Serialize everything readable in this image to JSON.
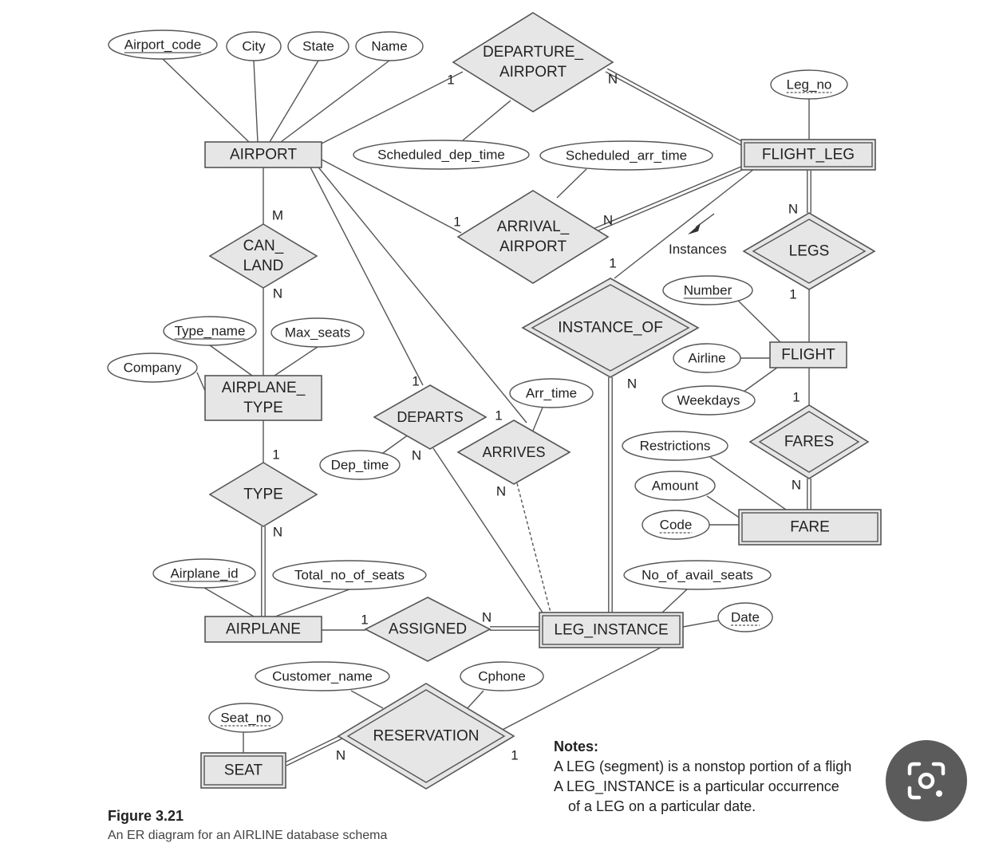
{
  "diagram": {
    "entities": [
      {
        "id": "airport",
        "label": "AIRPORT",
        "weak": false
      },
      {
        "id": "flight_leg",
        "label": "FLIGHT_LEG",
        "weak": true
      },
      {
        "id": "airplane_type",
        "label": "AIRPLANE_\nTYPE",
        "weak": false
      },
      {
        "id": "flight",
        "label": "FLIGHT",
        "weak": false
      },
      {
        "id": "fare",
        "label": "FARE",
        "weak": true
      },
      {
        "id": "airplane",
        "label": "AIRPLANE",
        "weak": false
      },
      {
        "id": "leg_instance",
        "label": "LEG_INSTANCE",
        "weak": true
      },
      {
        "id": "seat",
        "label": "SEAT",
        "weak": true
      }
    ],
    "relationships": [
      {
        "id": "departure_airport",
        "label": "DEPARTURE_\nAIRPORT",
        "identifying": false
      },
      {
        "id": "arrival_airport",
        "label": "ARRIVAL_\nAIRPORT",
        "identifying": false
      },
      {
        "id": "can_land",
        "label": "CAN_\nLAND",
        "identifying": false
      },
      {
        "id": "legs",
        "label": "LEGS",
        "identifying": true
      },
      {
        "id": "instance_of",
        "label": "INSTANCE_OF",
        "identifying": true
      },
      {
        "id": "departs",
        "label": "DEPARTS",
        "identifying": false
      },
      {
        "id": "arrives",
        "label": "ARRIVES",
        "identifying": false
      },
      {
        "id": "fares",
        "label": "FARES",
        "identifying": true
      },
      {
        "id": "type",
        "label": "TYPE",
        "identifying": false
      },
      {
        "id": "assigned",
        "label": "ASSIGNED",
        "identifying": false
      },
      {
        "id": "reservation",
        "label": "RESERVATION",
        "identifying": true
      }
    ],
    "attributes": [
      {
        "id": "airport_code",
        "label": "Airport_code",
        "key": "key"
      },
      {
        "id": "city",
        "label": "City",
        "key": "none"
      },
      {
        "id": "state",
        "label": "State",
        "key": "none"
      },
      {
        "id": "name",
        "label": "Name",
        "key": "none"
      },
      {
        "id": "leg_no",
        "label": "Leg_no",
        "key": "partial"
      },
      {
        "id": "sched_dep",
        "label": "Scheduled_dep_time",
        "key": "none"
      },
      {
        "id": "sched_arr",
        "label": "Scheduled_arr_time",
        "key": "none"
      },
      {
        "id": "number",
        "label": "Number",
        "key": "key"
      },
      {
        "id": "type_name",
        "label": "Type_name",
        "key": "key"
      },
      {
        "id": "max_seats",
        "label": "Max_seats",
        "key": "none"
      },
      {
        "id": "company",
        "label": "Company",
        "key": "none"
      },
      {
        "id": "airline",
        "label": "Airline",
        "key": "none"
      },
      {
        "id": "weekdays",
        "label": "Weekdays",
        "key": "none"
      },
      {
        "id": "arr_time",
        "label": "Arr_time",
        "key": "none"
      },
      {
        "id": "dep_time",
        "label": "Dep_time",
        "key": "none"
      },
      {
        "id": "restrictions",
        "label": "Restrictions",
        "key": "none"
      },
      {
        "id": "amount",
        "label": "Amount",
        "key": "none"
      },
      {
        "id": "code",
        "label": "Code",
        "key": "partial"
      },
      {
        "id": "airplane_id",
        "label": "Airplane_id",
        "key": "key"
      },
      {
        "id": "total_seats",
        "label": "Total_no_of_seats",
        "key": "none"
      },
      {
        "id": "avail_seats",
        "label": "No_of_avail_seats",
        "key": "none"
      },
      {
        "id": "date",
        "label": "Date",
        "key": "partial"
      },
      {
        "id": "customer_name",
        "label": "Customer_name",
        "key": "none"
      },
      {
        "id": "cphone",
        "label": "Cphone",
        "key": "none"
      },
      {
        "id": "seat_no",
        "label": "Seat_no",
        "key": "partial"
      }
    ],
    "cardinalities": [
      {
        "id": "dep_ap_1",
        "label": "1"
      },
      {
        "id": "dep_ap_n",
        "label": "N"
      },
      {
        "id": "arr_ap_1",
        "label": "1"
      },
      {
        "id": "arr_ap_n",
        "label": "N"
      },
      {
        "id": "can_land_m",
        "label": "M"
      },
      {
        "id": "can_land_n",
        "label": "N"
      },
      {
        "id": "legs_n",
        "label": "N"
      },
      {
        "id": "legs_1",
        "label": "1"
      },
      {
        "id": "inst_of_1",
        "label": "1"
      },
      {
        "id": "inst_of_n",
        "label": "N"
      },
      {
        "id": "departs_1",
        "label": "1"
      },
      {
        "id": "departs_n",
        "label": "N"
      },
      {
        "id": "arrives_1",
        "label": "1"
      },
      {
        "id": "arrives_n",
        "label": "N"
      },
      {
        "id": "fares_1",
        "label": "1"
      },
      {
        "id": "fares_n",
        "label": "N"
      },
      {
        "id": "type_1",
        "label": "1"
      },
      {
        "id": "type_n",
        "label": "N"
      },
      {
        "id": "assigned_1",
        "label": "1"
      },
      {
        "id": "assigned_n",
        "label": "N"
      },
      {
        "id": "reservation_n",
        "label": "N"
      },
      {
        "id": "reservation_1",
        "label": "1"
      }
    ],
    "instances_label": "Instances"
  },
  "notes": {
    "title": "Notes:",
    "line1": "A LEG (segment) is a nonstop portion of a fligh",
    "line2": "A LEG_INSTANCE is a particular occurrence",
    "line3": "of a LEG on a particular date."
  },
  "figure_label": "Figure 3.21",
  "caption_partial": "An ER diagram for an AIRLINE database schema",
  "lens_button": {
    "icon": "lens-icon"
  },
  "colors": {
    "fill": "#e6e6e6",
    "stroke": "#555555",
    "overlay": "#5b5b5b"
  }
}
